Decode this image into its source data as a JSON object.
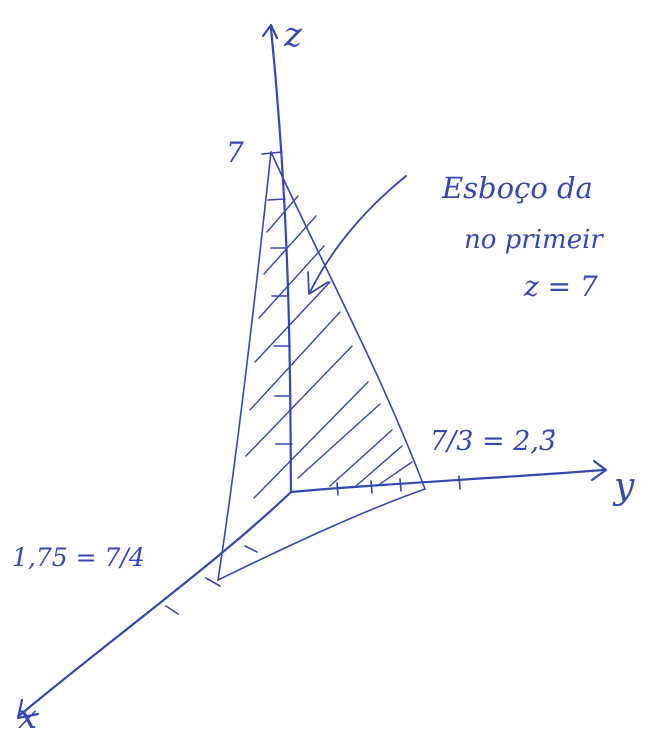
{
  "ink_color": "#3447b3",
  "axes": {
    "z": "z",
    "y": "y",
    "x": "x"
  },
  "ticks": {
    "z_intercept": "7",
    "y_intercept": "7/3 = 2,3̄",
    "x_intercept": "1,75 = 7/4"
  },
  "note": {
    "line1": "Esboço da",
    "line2": "no primeir",
    "line3": "z = 7"
  }
}
